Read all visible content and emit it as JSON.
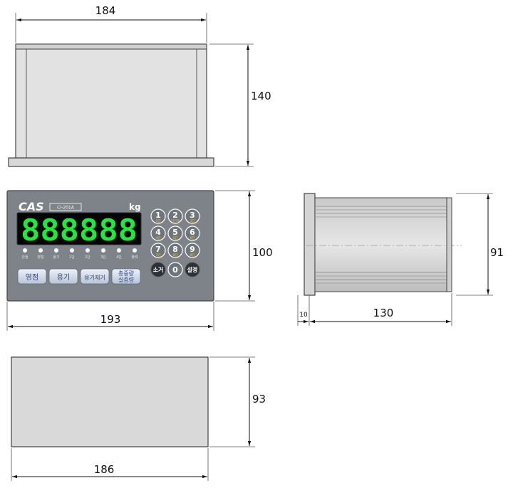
{
  "top_view": {
    "width_label": "184",
    "height_label": "140"
  },
  "front_view": {
    "logo": "CAS",
    "model": "CI-201A",
    "unit": "kg",
    "display": "888888",
    "indicators": [
      "안정",
      "영점",
      "용기",
      "1단",
      "2단",
      "3단",
      "4단",
      "출력"
    ],
    "buttons": [
      {
        "label": "영점"
      },
      {
        "label": "용기"
      },
      {
        "label": "용기제거"
      },
      {
        "label": "총중량",
        "label2": "실중량"
      }
    ],
    "keys": [
      {
        "num": "1",
        "sub": "1단"
      },
      {
        "num": "2",
        "sub": "2단/계"
      },
      {
        "num": "3",
        "sub": "3단"
      },
      {
        "num": "4",
        "sub": "4단"
      },
      {
        "num": "5",
        "sub": "5단"
      },
      {
        "num": "6",
        "sub": "6단"
      },
      {
        "num": "7",
        "sub": "7단"
      },
      {
        "num": "8",
        "sub": "8단"
      },
      {
        "num": "9",
        "sub": "9단"
      },
      {
        "num": "0",
        "sub": ""
      }
    ],
    "clear_label": "소거",
    "set_label": "설정",
    "width_label": "193",
    "height_label": "100"
  },
  "side_view": {
    "depth_small_label": "10",
    "depth_label": "130",
    "height_label": "91"
  },
  "back_view": {
    "width_label": "186",
    "height_label": "93"
  }
}
